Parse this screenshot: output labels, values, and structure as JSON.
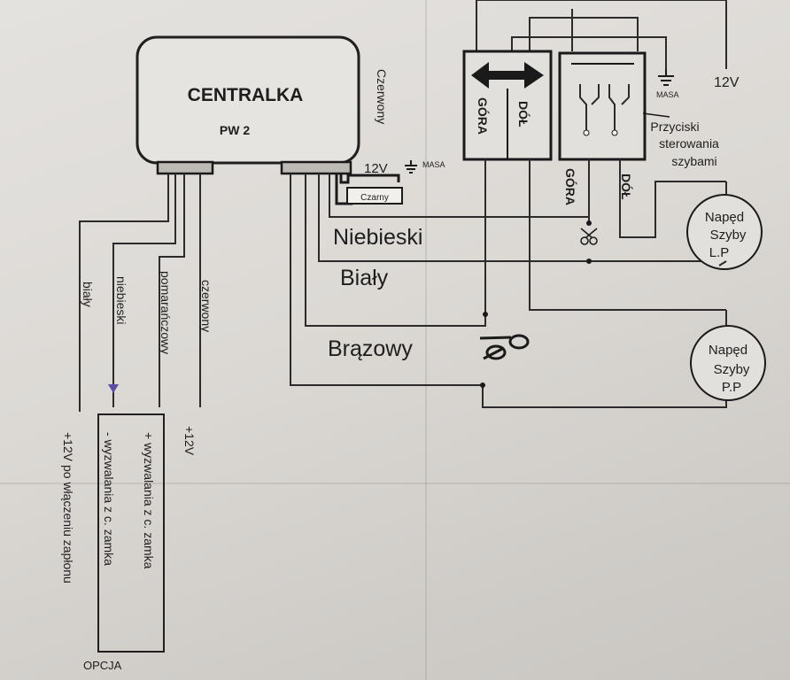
{
  "unit": {
    "title": "CENTRALKA",
    "model": "PW 2"
  },
  "power": {
    "v12": "12V",
    "ground": "MASA"
  },
  "left_wires": {
    "bialy": "biały",
    "niebieski": "niebieski",
    "pomaranczowy": "pomarańczowy",
    "czerwony": "czerwony"
  },
  "left_terminals": {
    "t1": "+12V po włączeniu zapłonu",
    "t2": "- wyzwalania z c. zamka",
    "t3": "+ wyzwalania z c. zamka",
    "t4": "+12V"
  },
  "option_label": "OPCJA",
  "right_wires": {
    "czerwony": "Czerwony",
    "czarny": "Czarny",
    "niebieski": "Niebieski",
    "bialy": "Biały",
    "brazowy": "Brązowy"
  },
  "switch": {
    "gora": "GÓRA",
    "dol": "DÓŁ",
    "gora2": "GÓRA",
    "dol2": "DÓŁ",
    "caption_1": "Przyciski",
    "caption_2": "sterowania",
    "caption_3": "szybami"
  },
  "motors": {
    "lp": {
      "l1": "Napęd",
      "l2": "Szyby",
      "l3": "L.P"
    },
    "pp": {
      "l1": "Napęd",
      "l2": "Szyby",
      "l3": "P.P"
    }
  }
}
